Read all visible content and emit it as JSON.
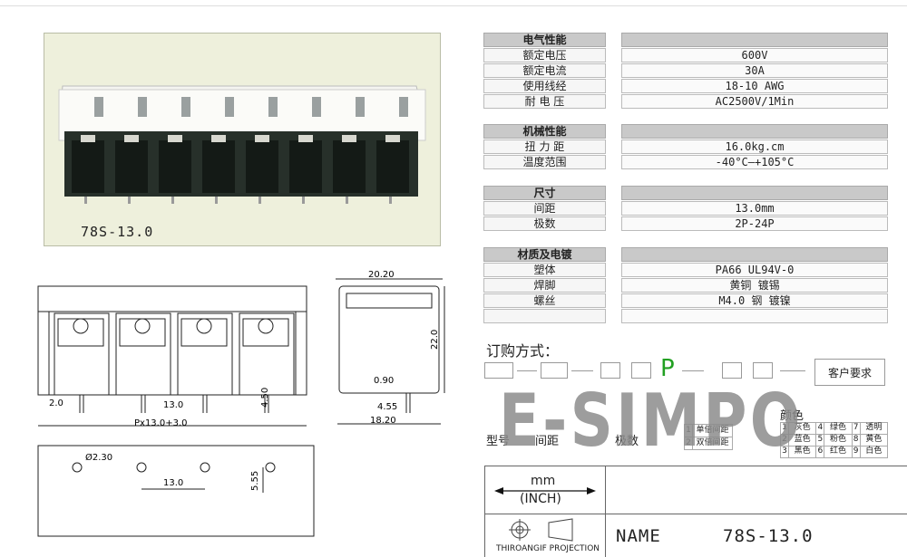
{
  "photo": {
    "label": "78S-13.0"
  },
  "specs": {
    "electrical": {
      "title": "电气性能",
      "rows": [
        {
          "label": "额定电压",
          "value": "600V"
        },
        {
          "label": "额定电流",
          "value": "30A"
        },
        {
          "label": "使用线经",
          "value": "18-10 AWG"
        },
        {
          "label": "耐 电 压",
          "value": "AC2500V/1Min"
        }
      ]
    },
    "mechanical": {
      "title": "机械性能",
      "rows": [
        {
          "label": "扭 力 距",
          "value": "16.0kg.cm"
        },
        {
          "label": "温度范围",
          "value": "-40°C—+105°C"
        }
      ]
    },
    "size": {
      "title": "尺寸",
      "rows": [
        {
          "label": "间距",
          "value": "13.0mm"
        },
        {
          "label": "极数",
          "value": "2P-24P"
        }
      ]
    },
    "material": {
      "title": "材质及电镀",
      "rows": [
        {
          "label": "塑体",
          "value": "PA66  UL94V-0"
        },
        {
          "label": "焊脚",
          "value": "黄铜 镀锡"
        },
        {
          "label": "螺丝",
          "value": "M4.0 钢 镀镍"
        },
        {
          "label": "",
          "value": ""
        }
      ]
    }
  },
  "ordering": {
    "title": "订购方式：",
    "p_letter": "P",
    "customer_req": "客户要求",
    "labels": {
      "model": "型号",
      "pitch": "间距",
      "poles": "极数",
      "color_title": "颜色"
    },
    "pitch_options": [
      {
        "num": "1",
        "text": "单倍间距"
      },
      {
        "num": "2",
        "text": "双倍间距"
      }
    ],
    "colors": [
      {
        "num": "1",
        "text": "灰色"
      },
      {
        "num": "4",
        "text": "绿色"
      },
      {
        "num": "7",
        "text": "透明"
      },
      {
        "num": "2",
        "text": "蓝色"
      },
      {
        "num": "5",
        "text": "粉色"
      },
      {
        "num": "8",
        "text": "黄色"
      },
      {
        "num": "3",
        "text": "黑色"
      },
      {
        "num": "6",
        "text": "红色"
      },
      {
        "num": "9",
        "text": "白色"
      }
    ]
  },
  "watermark": "E-SIMPO",
  "title_block": {
    "unit_top": "mm",
    "unit_bottom": "(INCH)",
    "projection": "THIROANGIF PROJECTION",
    "name_label": "NAME",
    "name_value": "78S-13.0"
  },
  "drawing": {
    "front": {
      "d1": "2.0",
      "d2": "13.0",
      "d3": "4.50",
      "d4": "Px13.0+3.0"
    },
    "side": {
      "d1": "20.20",
      "d2": "22.0",
      "d3": "0.90",
      "d4": "4.55",
      "d5": "18.20"
    },
    "bottom": {
      "d1": "Ø2.30",
      "d2": "13.0",
      "d3": "5.55"
    }
  }
}
